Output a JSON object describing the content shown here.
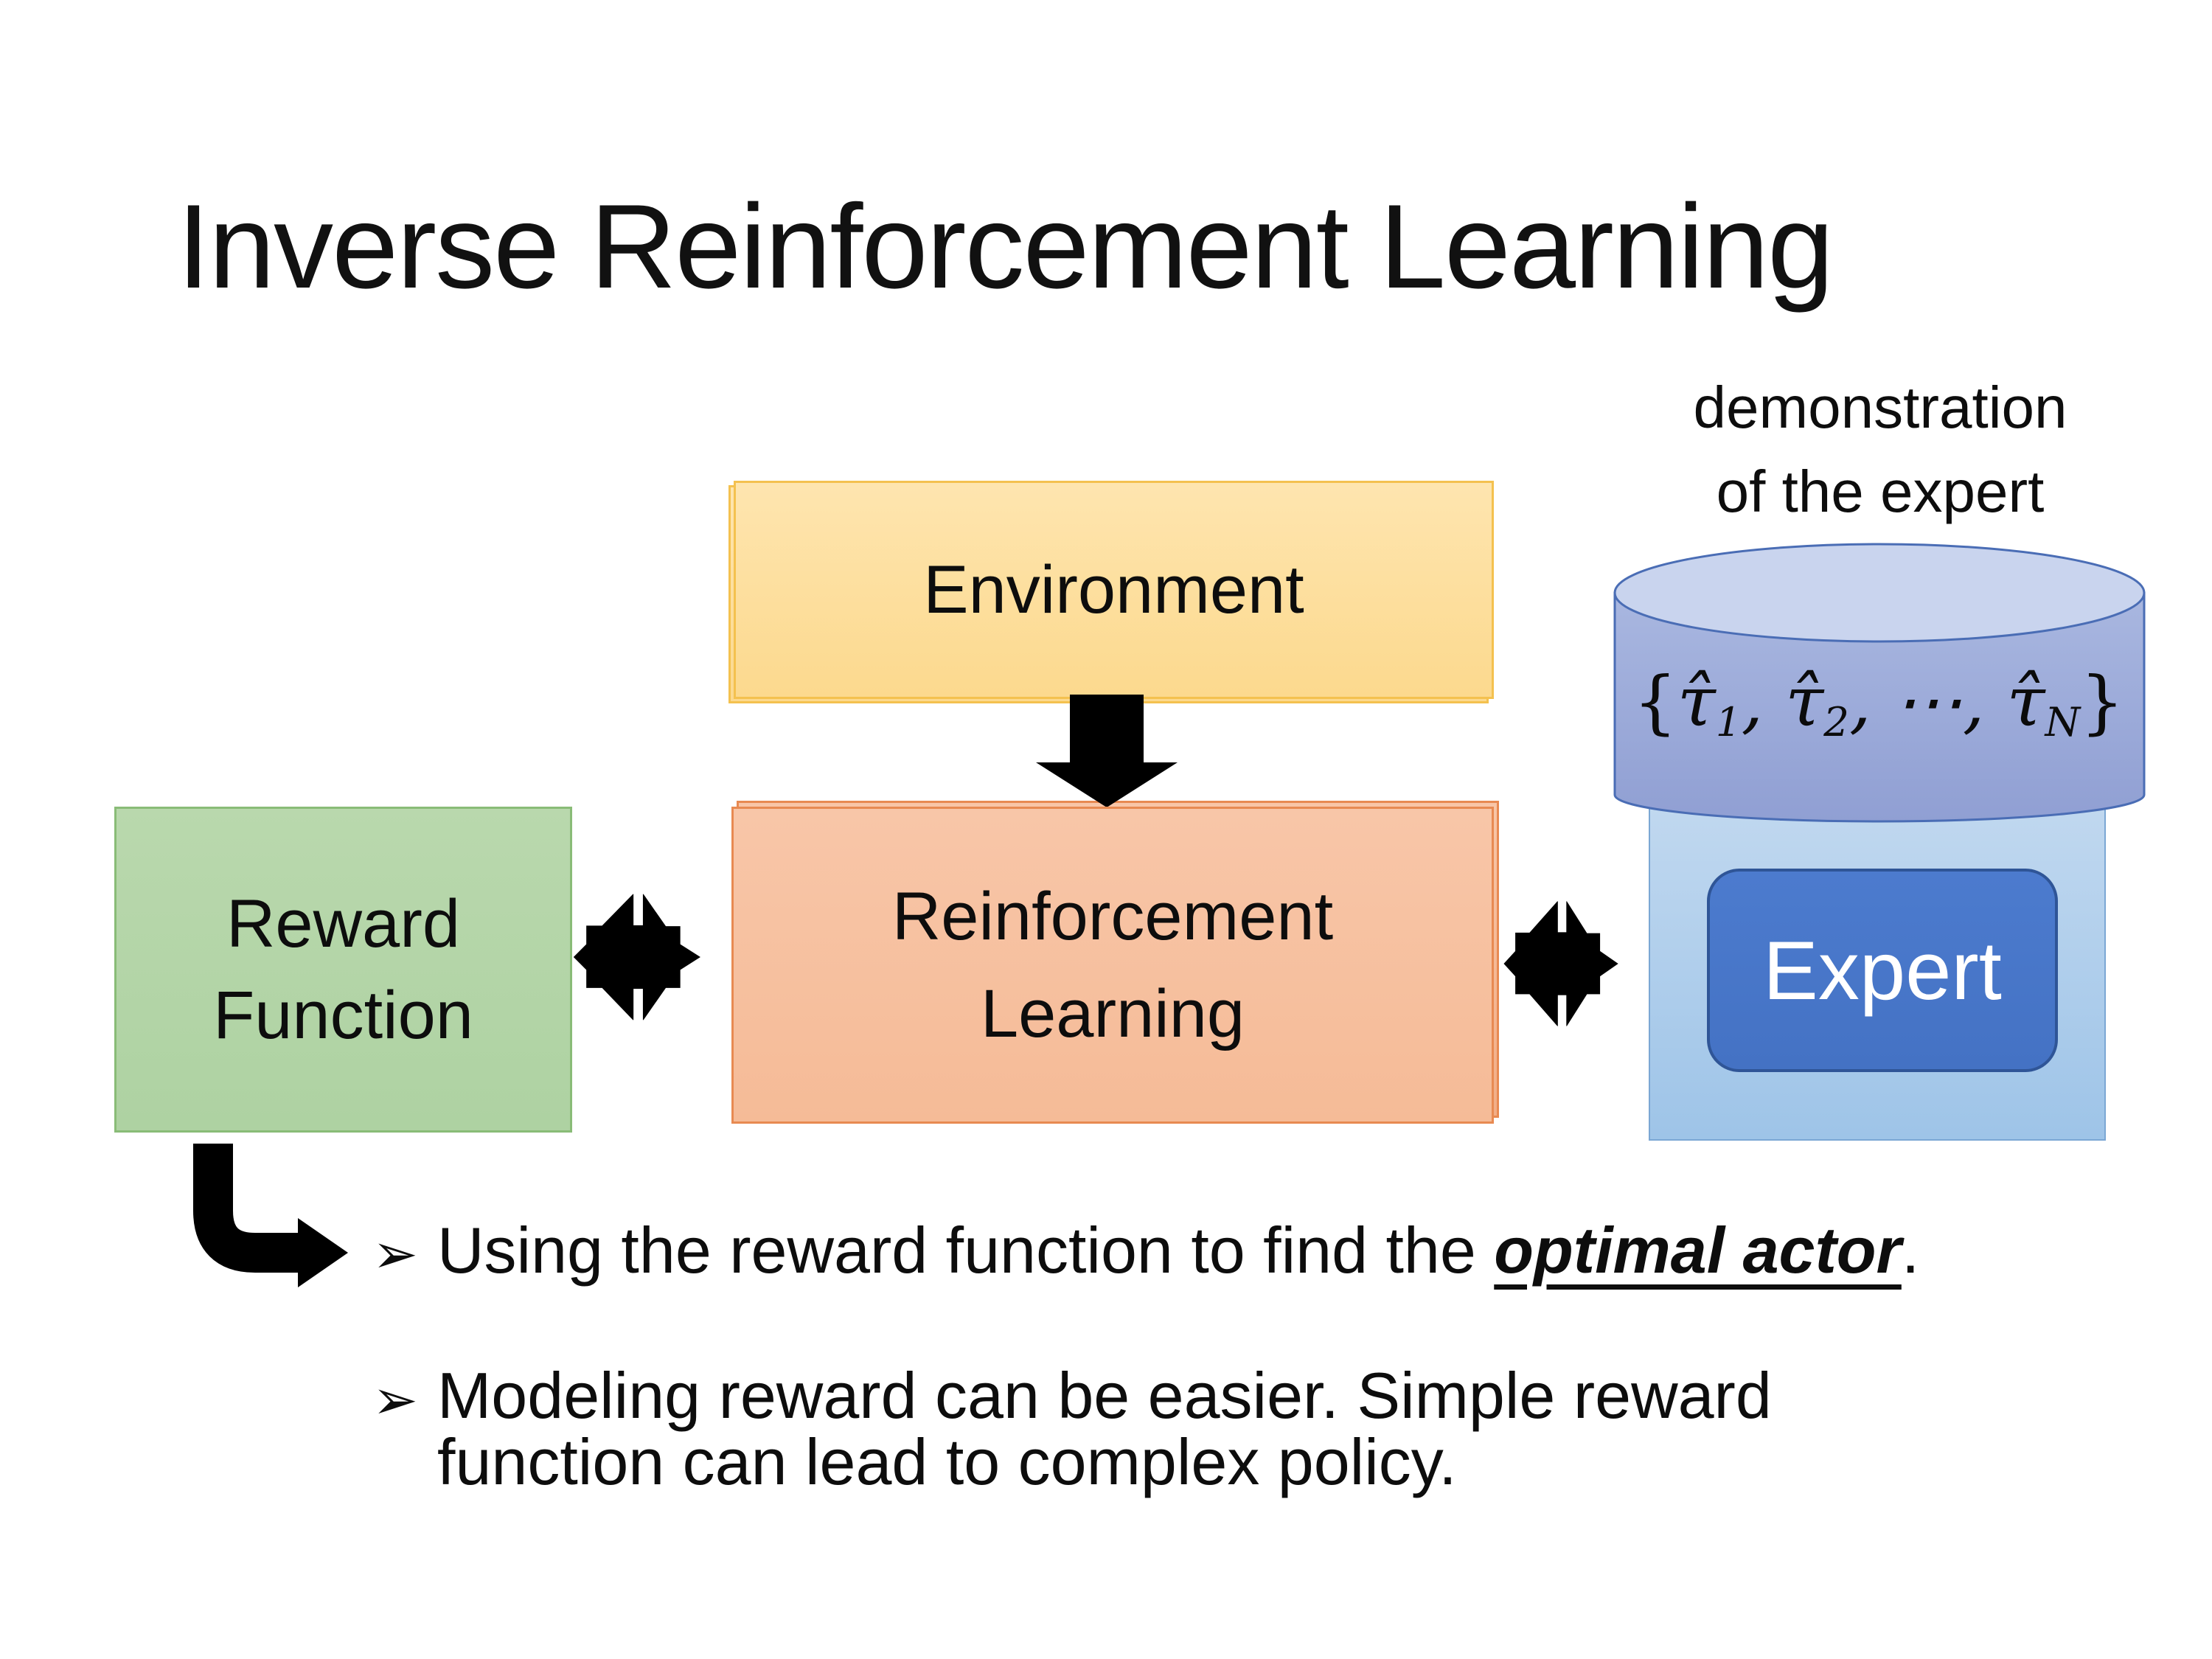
{
  "slide": {
    "title": "Inverse Reinforcement Learning"
  },
  "diagram": {
    "environment": {
      "label": "Environment"
    },
    "reward": {
      "line1": "Reward",
      "line2": "Function"
    },
    "rl": {
      "line1": "Reinforcement",
      "line2": "Learning"
    },
    "expert": {
      "caption_line1": "demonstration",
      "caption_line2": "of the expert",
      "button_label": "Expert",
      "formula": {
        "brace_open": "{",
        "tau": "τ̂",
        "sub1": "1",
        "sub2": "2",
        "subN": "N",
        "sep": ", ",
        "dots": "⋯",
        "brace_close": "}"
      }
    },
    "icons": {
      "down_arrow": "down-arrow",
      "quad_arrow": "double-headed-exchange-arrow",
      "bent_arrow": "bent-right-arrow"
    }
  },
  "bullets": {
    "marker": "➢",
    "item1": {
      "prefix": "Using the reward function to find the ",
      "emphasis": "optimal actor",
      "suffix": "."
    },
    "item2": {
      "line1": "Modeling reward can be easier. Simple reward",
      "line2": "function can lead to complex policy."
    }
  },
  "colors": {
    "environment_fill": "#FCD98E",
    "environment_border": "#F4C14F",
    "reward_fill": "#AED2A2",
    "reward_border": "#89BC77",
    "rl_fill": "#F5BB97",
    "rl_border": "#E88A52",
    "expert_container_fill": "#9EC4E8",
    "expert_container_border": "#7BA7D4",
    "cylinder_fill": "#9DACD9",
    "cylinder_top_fill": "#C9D4EE",
    "cylinder_border": "#4A6DB5",
    "expert_button_fill": "#4472C4",
    "expert_button_border": "#2F5597",
    "arrow_color": "#000000",
    "text_color": "#0D0D0D"
  }
}
